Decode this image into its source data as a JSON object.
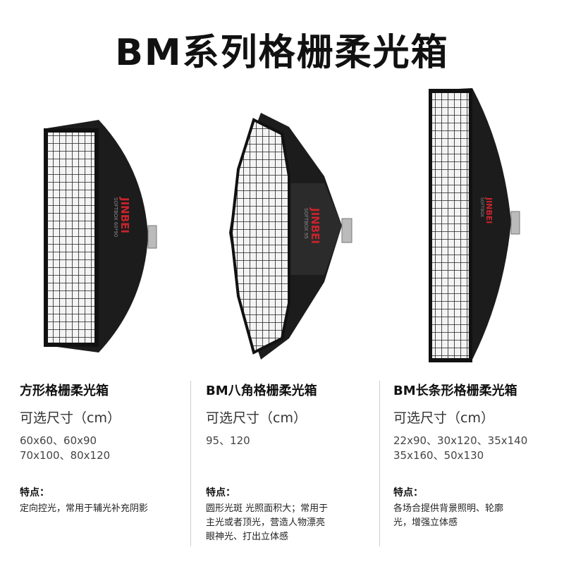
{
  "title": "BM系列格栅柔光箱",
  "products": [
    {
      "name": "方形格栅柔光箱",
      "size_label": "可选尺寸（cm）",
      "sizes": "60x60、60x90\n70x100、80x120",
      "feature_label": "特点：",
      "features": "定向控光，常用于辅光补充阴影",
      "brand": "JINBEI",
      "model": "SOFTBOX 60*90"
    },
    {
      "name": "BM八角格栅柔光箱",
      "size_label": "可选尺寸（cm）",
      "sizes": "95、120",
      "feature_label": "特点：",
      "features": "圆形光斑 光照面积大；常用于\n主光或者顶光，营造人物漂亮\n眼神光、打出立体感",
      "brand": "JINBEI",
      "model": "SOFTBOX 95"
    },
    {
      "name": "BM长条形格栅柔光箱",
      "size_label": "可选尺寸（cm）",
      "sizes": "22x90、30x120、35x140\n35x160、50x130",
      "feature_label": "特点：",
      "features": "各场合提供背景照明、轮廓\n光，增强立体感",
      "brand": "JINBEI",
      "model": "SOFTBOX"
    }
  ],
  "colors": {
    "brand_red": "#c8232c",
    "softbox_black": "#1c1c1c",
    "grid_white": "#f2f2f2"
  }
}
